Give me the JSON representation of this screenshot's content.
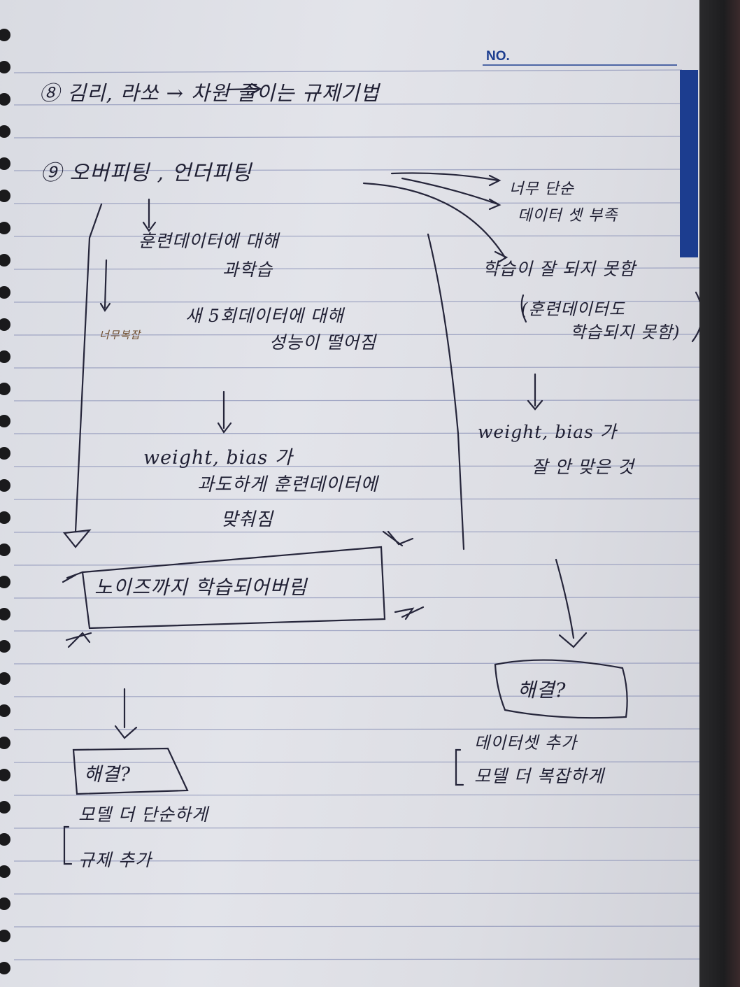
{
  "header": {
    "no_label": "NO."
  },
  "notes": {
    "item8": "⑧ 김리, 라쏘 → 차원 줄이는 규제기법",
    "item9": "⑨ 오버피팅 , 언더피팅",
    "under_cause1": "너무 단순",
    "under_cause2": "데이터 셋 부족",
    "over_line1": "훈련데이터에 대해",
    "over_line2": "과학습",
    "over_line3": "새 5회데이터에 대해",
    "over_line4": "성능이 떨어짐",
    "side_note": "너무복잡",
    "under_line1": "학습이 잘 되지 못함",
    "under_line2": "(훈련데이터도",
    "under_line3": "학습되지 못함)",
    "over_weight1": "weight, bias 가",
    "over_weight2": "과도하게 훈련데이터에",
    "over_weight3": "맞춰짐",
    "under_weight1": "weight, bias 가",
    "under_weight2": "잘 안 맞은 것",
    "noise_box": "노이즈까지 학습되어버림",
    "right_solution": "해결?",
    "right_fix1": "데이터셋 추가",
    "right_fix2": "모델 더 복잡하게",
    "left_solution": "해결?",
    "left_fix1": "모델 더 단순하게",
    "left_fix2": "규제 추가"
  }
}
